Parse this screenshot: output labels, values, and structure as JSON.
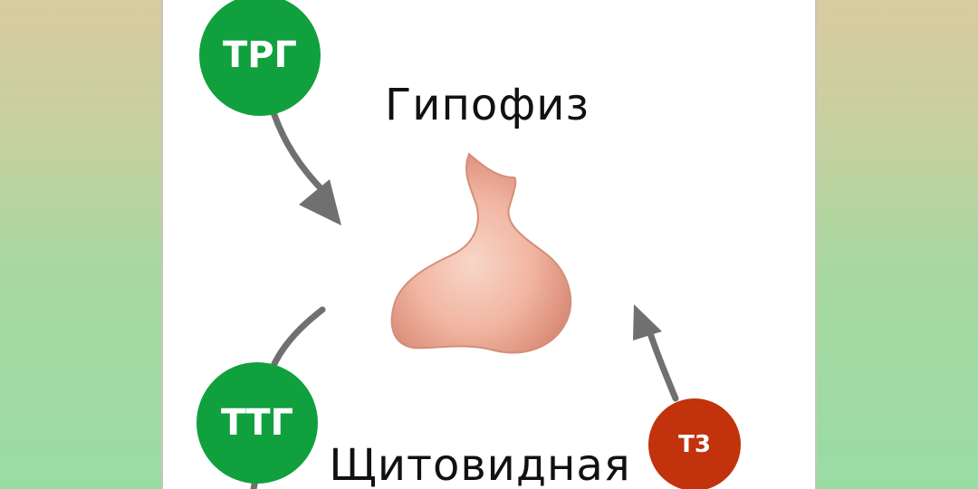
{
  "labels": {
    "pituitary": "Гипофиз",
    "thyroid": "Щитовидная"
  },
  "badges": {
    "trh": "ТРГ",
    "tsh": "ТТГ",
    "t3": "Т3"
  },
  "colors": {
    "hormone_green": "#11a03e",
    "hormone_red": "#c1320d",
    "arrow_gray": "#707070",
    "gland_pink": "#f0b3a0"
  }
}
